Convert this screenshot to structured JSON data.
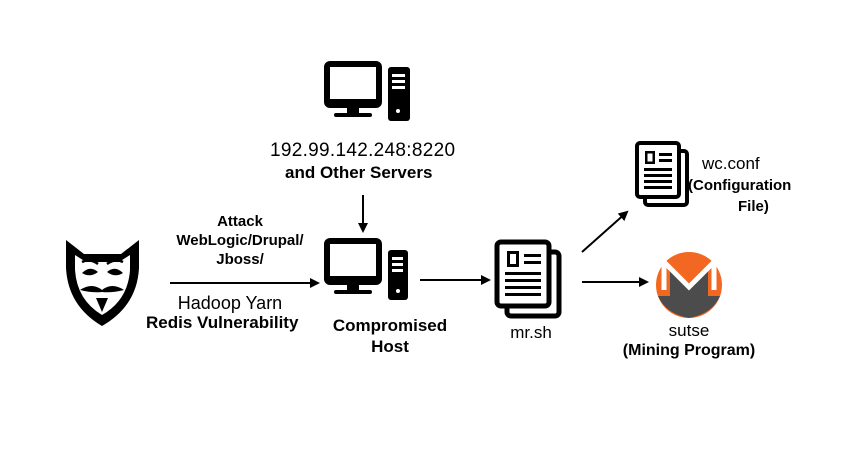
{
  "server": {
    "address": "192.99.142.248:8220",
    "subtitle": "and Other Servers"
  },
  "attack": {
    "line1": "Attack",
    "line2": "WebLogic/Drupal/",
    "line3": "Jboss/",
    "line4": "Hadoop Yarn",
    "line5": "Redis Vulnerability"
  },
  "host": {
    "line1": "Compromised",
    "line2": "Host"
  },
  "script": {
    "name": "mr.sh"
  },
  "config": {
    "name": "wc.conf",
    "desc_line1": "(Configuration",
    "desc_line2": "File)"
  },
  "miner": {
    "name": "sutse",
    "desc": "(Mining Program)"
  },
  "icons": {
    "attacker": "anonymous-mask-icon",
    "server": "desktop-computer-icon",
    "host": "desktop-computer-icon",
    "script": "document-icon",
    "config": "document-icon",
    "miner": "monero-logo-icon"
  },
  "colors": {
    "ink": "#000000",
    "monero_orange": "#f26822",
    "monero_dark": "#4c4c4c"
  }
}
